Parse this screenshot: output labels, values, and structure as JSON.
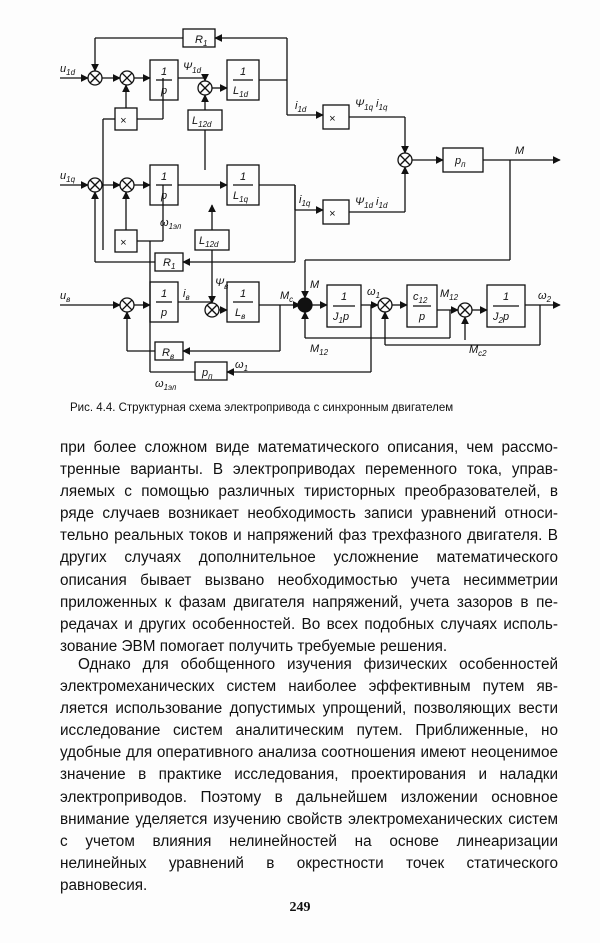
{
  "figure": {
    "caption": "Рис. 4.4. Структурная схема электропривода с синхронным двигателем",
    "blocks": {
      "R1_top": "R",
      "R1_top_sub": "1",
      "int_d_num": "1",
      "int_d_den": "p",
      "L1d_num": "1",
      "L1d_den": "L",
      "L1d_sub": "1d",
      "L12d_a": "L",
      "L12d_a_sub": "12d",
      "mult_x1": "×",
      "mult_x2": "×",
      "mult_x3": "×",
      "mult_x4": "×",
      "int_q_num": "1",
      "int_q_den": "p",
      "L1q_num": "1",
      "L1q_den": "L",
      "L1q_sub": "1q",
      "L12d_b": "L",
      "L12d_b_sub": "12d",
      "R1_mid": "R",
      "R1_mid_sub": "1",
      "int_e_num": "1",
      "int_e_den": "p",
      "Le_num": "1",
      "Le_den": "L",
      "Le_sub": "в",
      "Re": "R",
      "Re_sub": "в",
      "pn_bottom": "p",
      "pn_bottom_sub": "п",
      "pn_top": "p",
      "pn_top_sub": "п",
      "J1_num": "1",
      "J1_den": "J",
      "J1_sub": "1",
      "J1_p": "p",
      "c12_num": "c",
      "c12_sub": "12",
      "c12_den": "p",
      "J2_num": "1",
      "J2_den": "J",
      "J2_sub": "2",
      "J2_p": "p"
    },
    "labels": {
      "u1d": "u",
      "u1d_sub": "1d",
      "u1q": "u",
      "u1q_sub": "1q",
      "ue": "u",
      "ue_sub": "в",
      "psi1d": "Ψ",
      "psi1d_sub": "1d",
      "i1d": "i",
      "i1d_sub": "1d",
      "psi1q_i1q": "Ψ",
      "psi1q_i1q_sub1": "1q",
      "psi1q_i1q_i": "i",
      "psi1q_i1q_sub2": "1q",
      "i1q": "i",
      "i1q_sub": "1q",
      "psi1d_i1d": "Ψ",
      "psi1d_i1d_sub1": "1d",
      "psi1d_i1d_i": "i",
      "psi1d_i1d_sub2": "1d",
      "omega_el_a": "ω",
      "omega_el_a_sub": "1эл",
      "omega_el_b": "ω",
      "omega_el_b_sub": "1эл",
      "psi_e": "Ψ",
      "psi_e_sub": "в",
      "i_e": "i",
      "i_e_sub": "в",
      "M_top": "M",
      "Mc": "M",
      "Mc_sub": "c",
      "M_small": "M",
      "omega1": "ω",
      "omega1_sub": "1",
      "omega1_b": "ω",
      "omega1_b_sub": "1",
      "M12_top": "M",
      "M12_top_sub": "12",
      "M12_bottom": "M",
      "M12_bottom_sub": "12",
      "Mc2": "M",
      "Mc2_sub": "c2",
      "omega2": "ω",
      "omega2_sub": "2"
    }
  },
  "text": {
    "para1": "при более сложном виде математического описания, чем рассмо­тренные варианты. В электроприводах переменного тока, управ­ляемых с помощью различных тиристорных преобразователей, в ряде случаев возникает необходимость записи уравнений относи­тельно реальных токов и напряжений фаз трехфазного двигателя. В других случаях дополнительное усложнение математического описания бывает вызвано необходимостью учета несимметрии приложенных к фазам двигателя напряжений, учета зазоров в пе­редачах и других особенностей. Во всех подобных случаях исполь­зование ЭВМ помогает получить требуемые решения.",
    "para2": "Однако для обобщенного изучения физических особенностей электромеханических систем наиболее эффективным путем яв­ляется использование допустимых упрощений, позволяющих ве­сти исследование систем аналитическим путем. Приближенные, но удобные для оперативного анализа соотношения имеют не­оценимое значение в практике исследования, проектирования и наладки электроприводов. Поэтому в дальнейшем изложении ос­новное внимание уделяется изучению свойств электромеханиче­ских систем с учетом влияния нелинейностей на основе линеа­ризации нелинейных уравнений в окрестности точек статическо­го равновесия."
  },
  "page_number": "249"
}
